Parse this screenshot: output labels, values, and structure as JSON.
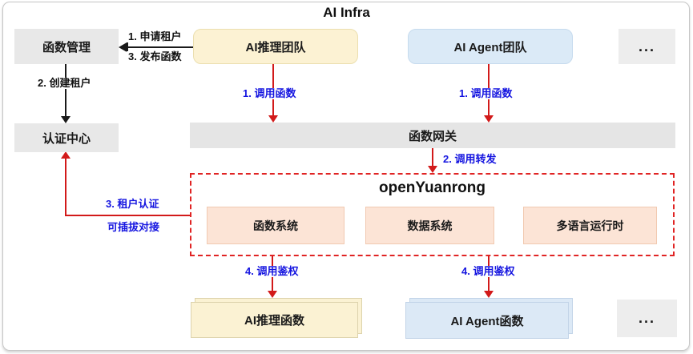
{
  "title": "AI Infra",
  "colors": {
    "arrow_red": "#d21a1a",
    "dashed_border_red": "#e02424",
    "step_label_blue": "#1515e0",
    "step_label_black": "#111111",
    "yellow_fill": "#fcf2d3",
    "blue_fill": "#dbeaf7",
    "peach_fill": "#fce4d6",
    "gray_fill": "#e8e8e8"
  },
  "nodes": {
    "function_mgmt": "函数管理",
    "auth_center": "认证中心",
    "ai_inference_team": "AI推理团队",
    "ai_agent_team": "AI Agent团队",
    "top_more": "...",
    "gateway": "函数网关",
    "open_yuanrong": "openYuanrong",
    "function_system": "函数系统",
    "data_system": "数据系统",
    "multilang_runtime": "多语言运行时",
    "ai_inference_functions": "AI推理函数",
    "ai_agent_functions": "AI Agent函数",
    "bottom_more": "..."
  },
  "edge_labels": {
    "apply_tenant": "1. 申请租户",
    "publish_function": "3. 发布函数",
    "create_tenant": "2. 创建租户",
    "invoke_function_left": "1. 调用函数",
    "invoke_function_right": "1. 调用函数",
    "invoke_forward": "2. 调用转发",
    "tenant_auth": "3. 租户认证",
    "pluggable_connect": "可插拔对接",
    "invoke_authz_left": "4. 调用鉴权",
    "invoke_authz_right": "4. 调用鉴权"
  }
}
